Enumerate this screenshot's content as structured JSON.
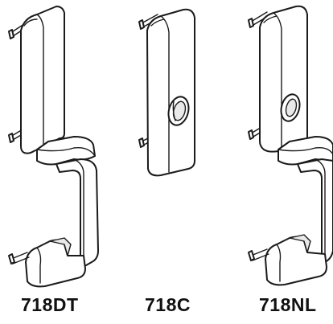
{
  "products": [
    {
      "model": "718DT"
    },
    {
      "model": "718C"
    },
    {
      "model": "718NL"
    }
  ]
}
